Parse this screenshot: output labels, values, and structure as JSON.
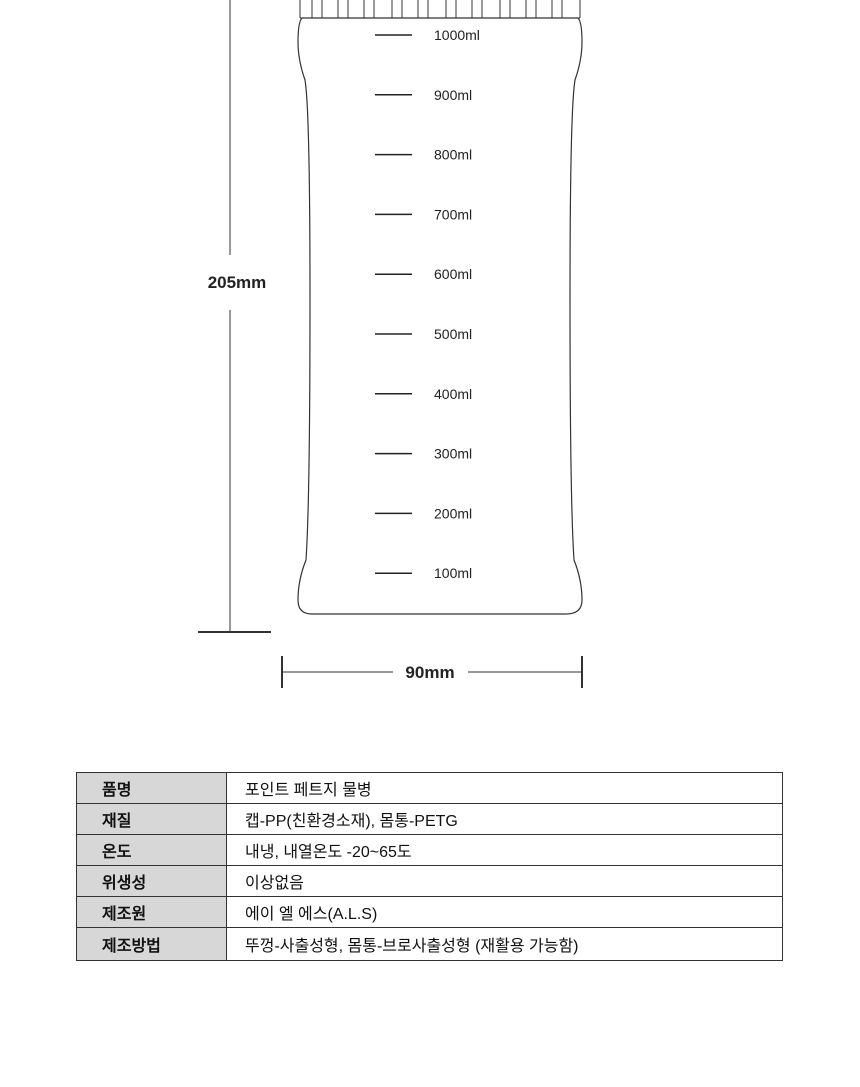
{
  "diagram": {
    "height_label": "205mm",
    "width_label": "90mm",
    "graduations": [
      "1000ml",
      "900ml",
      "800ml",
      "700ml",
      "600ml",
      "500ml",
      "400ml",
      "300ml",
      "200ml",
      "100ml"
    ]
  },
  "specs": [
    {
      "key": "품명",
      "value": "포인트 페트지 물병"
    },
    {
      "key": "재질",
      "value": "캡-PP(친환경소재), 몸통-PETG"
    },
    {
      "key": "온도",
      "value": "내냉, 내열온도 -20~65도"
    },
    {
      "key": "위생성",
      "value": "이상없음"
    },
    {
      "key": "제조원",
      "value": "에이 엘 에스(A.L.S)"
    },
    {
      "key": "제조방법",
      "value": "뚜껑-사출성형, 몸통-브로사출성형 (재활용 가능함)"
    }
  ]
}
